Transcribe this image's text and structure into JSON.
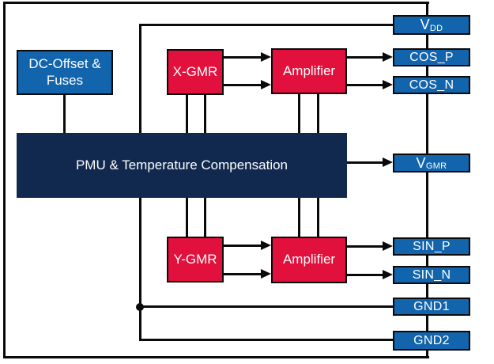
{
  "diagram": {
    "type": "chip-block-diagram",
    "blocks": {
      "dc_offset": {
        "lines": [
          "DC-Offset &",
          "Fuses"
        ]
      },
      "x_gmr": {
        "label": "X-GMR"
      },
      "amplifier_top": {
        "label": "Amplifier"
      },
      "pmu": {
        "label": "PMU & Temperature Compensation"
      },
      "y_gmr": {
        "label": "Y-GMR"
      },
      "amplifier_bottom": {
        "label": "Amplifier"
      }
    },
    "pins": {
      "vdd": {
        "base": "V",
        "sub": "DD"
      },
      "cos_p": {
        "label": "COS_P"
      },
      "cos_n": {
        "label": "COS_N"
      },
      "vgmr": {
        "base": "V",
        "sub": "GMR"
      },
      "sin_p": {
        "label": "SIN_P"
      },
      "sin_n": {
        "label": "SIN_N"
      },
      "gnd1": {
        "label": "GND1"
      },
      "gnd2": {
        "label": "GND2"
      }
    },
    "colors": {
      "pin_blue": "#1264AC",
      "block_red": "#E2103C",
      "block_navy": "#11294E",
      "wire_black": "#0A0A0A",
      "text_white": "#FFFFFF"
    }
  }
}
